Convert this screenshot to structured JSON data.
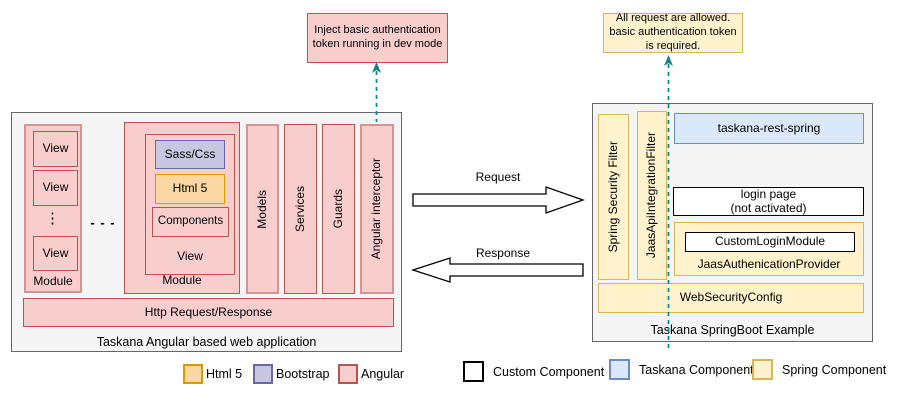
{
  "colors": {
    "angular_fill": "#F8CECC",
    "angular_stroke": "#B85450",
    "angular_stroke_light": "#D29593",
    "html5_fill": "#FAD7A3",
    "html5_stroke": "#D79B00",
    "bootstrap_fill": "#C9C6E1",
    "bootstrap_stroke": "#6A67A3",
    "taskana_fill": "#DAE8FC",
    "taskana_stroke": "#6C8EBF",
    "spring_fill": "#FFF2CC",
    "spring_stroke": "#D6B656",
    "container_fill": "#F5F5F5",
    "container_stroke": "#666666",
    "dashed_arrow": "#0F828C"
  },
  "callouts": {
    "left": "Inject basic authentication token running in dev mode",
    "right": "All request are allowed. basic authentication token is required."
  },
  "left_app": {
    "title": "Taskana Angular based web application",
    "module1": {
      "label": "Module",
      "views": [
        "View",
        "View",
        "View"
      ],
      "ellipsis_vertical": "⋮"
    },
    "modules_separator": "- - -",
    "module2": {
      "label": "Module",
      "view": {
        "label": "View",
        "sass": "Sass/Css",
        "html5": "Html 5",
        "components": "Components"
      }
    },
    "columns": [
      "Models",
      "Services",
      "Guards",
      "Angular interceptor"
    ],
    "http_bar": "Http Request/Response"
  },
  "flow": {
    "request": "Request",
    "response": "Response"
  },
  "right_app": {
    "title": "Taskana SpringBoot Example",
    "filters": [
      "Spring Security Filter",
      "JaasApiIntegrationFilter"
    ],
    "rest_module": "taskana-rest-spring",
    "login_page_line1": "login page",
    "login_page_line2": "(not activated)",
    "custom_login_module": "CustomLoginModule",
    "auth_provider": "JaasAuthenicationProvider",
    "web_security_config": "WebSecurityConfig"
  },
  "legend": [
    {
      "label": "Html 5"
    },
    {
      "label": "Bootstrap"
    },
    {
      "label": "Angular"
    },
    {
      "label": "Custom Component"
    },
    {
      "label": "Taskana Component"
    },
    {
      "label": "Spring Component"
    }
  ]
}
